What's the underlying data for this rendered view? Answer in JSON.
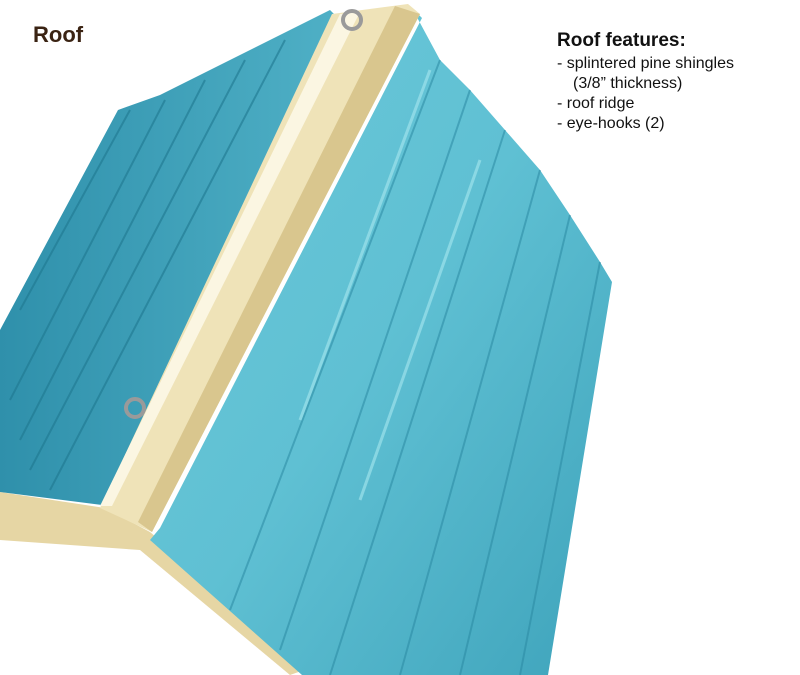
{
  "title": "Roof",
  "features": {
    "heading": "Roof features:",
    "items": [
      "- splintered pine shingles",
      "(3/8” thickness)",
      "- roof ridge",
      "- eye-hooks (2)"
    ]
  },
  "colors": {
    "shingle": "#4fb4c8",
    "shingle_light": "#7fd4e0",
    "wood": "#efe3b8",
    "title": "#3a2313"
  }
}
